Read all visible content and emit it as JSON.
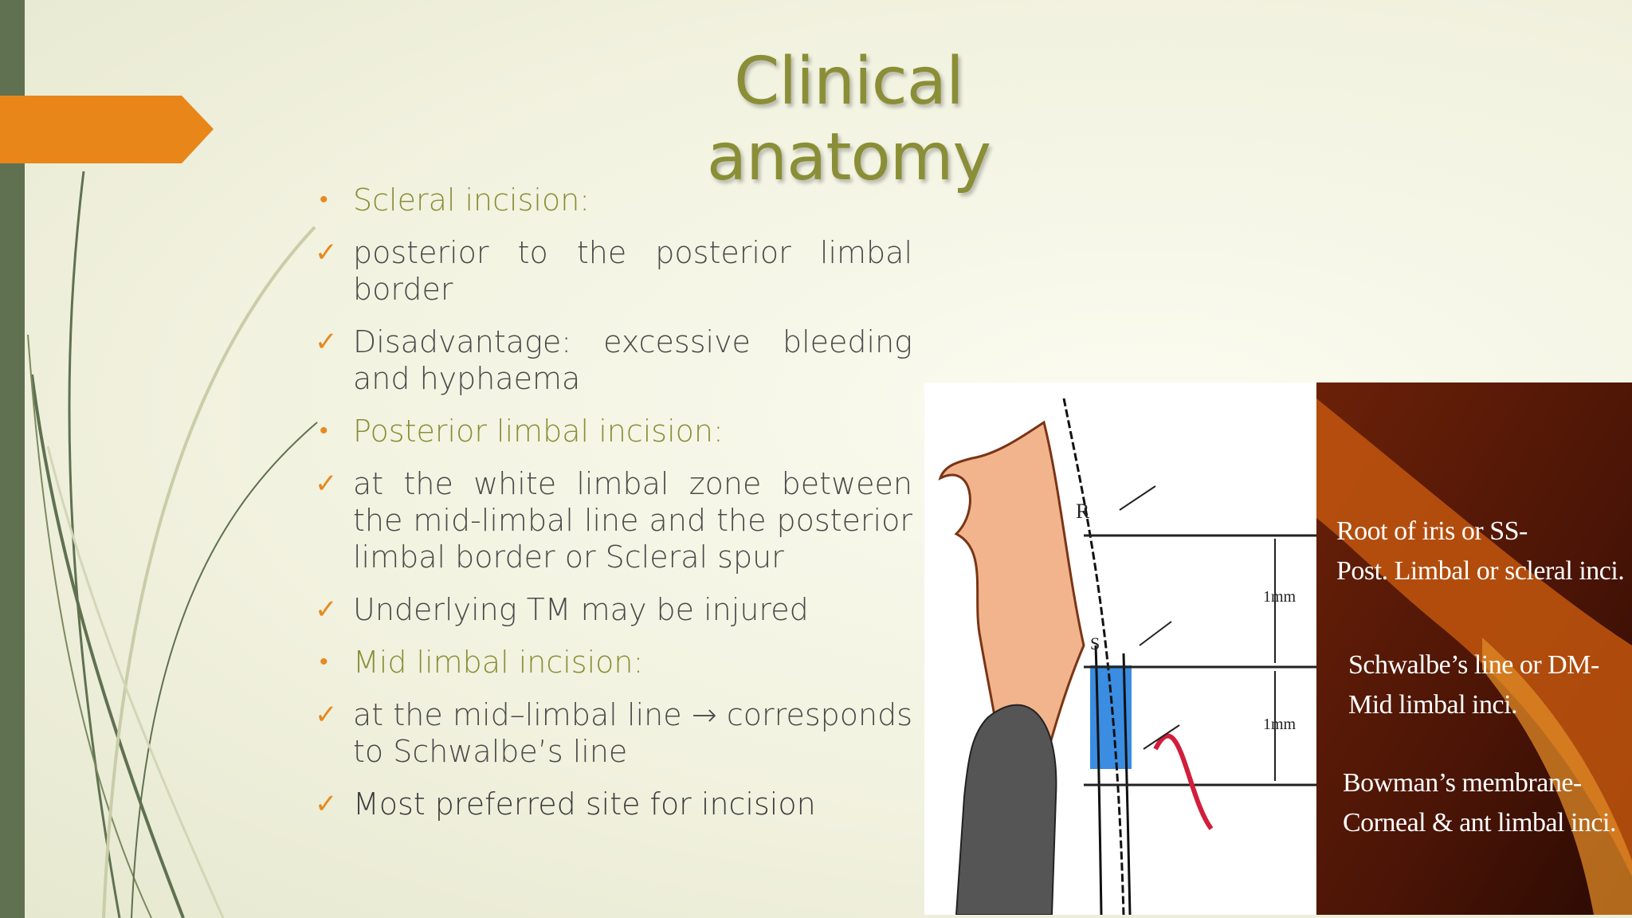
{
  "slide": {
    "title": "Clinical anatomy",
    "items": [
      {
        "marker": "•",
        "kind": "head",
        "text": "Scleral incision:"
      },
      {
        "marker": "✓",
        "kind": "body",
        "text": "posterior to the posterior limbal border"
      },
      {
        "marker": "✓",
        "kind": "body",
        "text": "Disadvantage: excessive bleeding and hyphaema"
      },
      {
        "marker": "•",
        "kind": "head",
        "text": "Posterior limbal incision:"
      },
      {
        "marker": "✓",
        "kind": "body",
        "text": "at the white limbal zone between the mid-limbal line and the posterior limbal border or Scleral spur"
      },
      {
        "marker": "✓",
        "kind": "body",
        "text": "Underlying TM may be injured"
      },
      {
        "marker": "•",
        "kind": "head",
        "text": "Mid limbal incision:"
      },
      {
        "marker": "✓",
        "kind": "body",
        "text": "at the mid–limbal line → corresponds to Schwalbe’s line"
      },
      {
        "marker": "✓",
        "kind": "dark",
        "text": "Most preferred site for incision"
      }
    ]
  },
  "figure": {
    "sketch_labels": [
      "R",
      "S",
      "1mm",
      "1mm"
    ],
    "labels": [
      "Root of iris or SS-",
      "Post. Limbal or scleral inci.",
      "Schwalbe’s line or DM-",
      "Mid limbal inci.",
      "Bowman’s membrane-",
      "Corneal & ant limbal inci."
    ]
  },
  "colors": {
    "accent_orange": "#e68a1f",
    "title_olive": "#8a8e36",
    "bar_green": "#5f7150",
    "panel_brown": "#5a1a08"
  }
}
